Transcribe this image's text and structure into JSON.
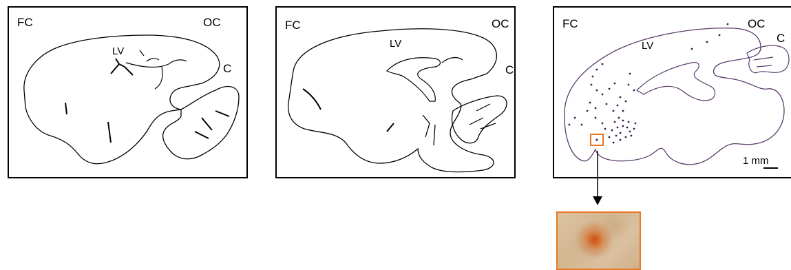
{
  "panels": [
    {
      "fc": "FC",
      "oc": "OC",
      "lv": "LV",
      "c": "C"
    },
    {
      "fc": "FC",
      "oc": "OC",
      "lv": "LV",
      "c": "C"
    },
    {
      "fc": "FC",
      "oc": "OC",
      "lv": "LV",
      "c": "C",
      "scale_label": "1 mm"
    }
  ],
  "colors": {
    "outline": "#000000",
    "dots": "#3a1a4a",
    "outline_panel3": "#5a3a6a",
    "highlight": "#e87722"
  }
}
